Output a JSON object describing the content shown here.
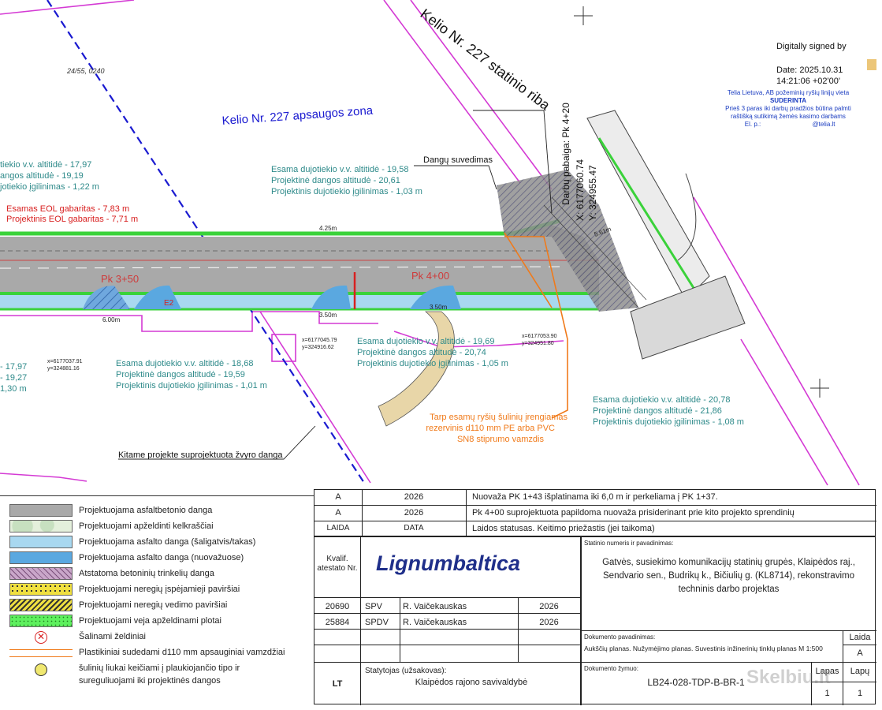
{
  "map": {
    "road_boundary_label": "Kelio Nr. 227 statinio riba",
    "protection_zone_label": "Kelio Nr. 227 apsaugos zona",
    "parcel_id": "24/55, 0240",
    "surface_merge_label": "Dangų suvedimas",
    "work_end_label": "Darbų pabaiga: Pk 4+20",
    "work_end_x": "X: 6177060.74",
    "work_end_y": "Y: 324955.47",
    "station_pk3": "Pk 3+50",
    "station_pk4": "Pk 4+00",
    "gravel_label": "Kitame projekte suprojektuota žvyro danga",
    "dim_425": "4.25m",
    "dim_600": "6.00m",
    "dim_350": "3.50m",
    "dim_350b": "3.50m",
    "dim_561": "5.61m",
    "e2_label": "E2",
    "duct_label": "Tarp esamų ryšių šulinių įrengiamas rezervinis d110 mm PE arba PVC SN8 stiprumo vamzdis",
    "duct_lines": [
      "Tarp esamų ryšių šulinių įrengiamas",
      "rezervinis d110 mm PE arba PVC",
      "SN8 stiprumo vamzdis"
    ],
    "coord_a1": "x=6177045.79",
    "coord_a2": "y=324916.62",
    "coord_b1": "x=6177037.91",
    "coord_b2": "y=324881.16",
    "coord_c1": "x=6177053.90",
    "coord_c2": "y=324951.80",
    "left_g1": [
      "tiekio v.v. altitidė - 17,97",
      "angos altitudė - 19,19",
      "jotiekio įgilinimas - 1,22 m"
    ],
    "eol_lines": [
      "Esamas EOL gabaritas - 7,83 m",
      "Projektinis EOL gabaritas - 7,71 m"
    ],
    "gas1": [
      "Esama dujotiekio v.v. altitidė - 19,58",
      "Projektinė dangos altitudė - 20,61",
      "Projektinis dujotiekio įgilinimas - 1,03 m"
    ],
    "gas2": [
      "Esama dujotiekio v.v. altitidė - 18,68",
      "Projektinė dangos altitudė - 19,59",
      "Projektinis dujotiekio įgilinimas - 1,01 m"
    ],
    "gas3": [
      "Esama dujotiekio v.v. altitidė - 19,69",
      "Projektinė dangos altitudė - 20,74",
      "Projektinis dujotiekio įgilinimas - 1,05 m"
    ],
    "gas4": [
      "Esama dujotiekio v.v. altitidė - 20,78",
      "Projektinė dangos altitudė - 21,86",
      "Projektinis dujotiekio įgilinimas - 1,08 m"
    ],
    "left_g2": [
      "- 17,97",
      "- 19,27",
      "1,30 m"
    ],
    "signature": [
      "Digitally signed by",
      "Date: 2025.10.31",
      "14:21:06 +02'00'"
    ],
    "telia": [
      "Telia Lietuva, AB požeminių ryšių linijų vieta",
      "SUDERINTA",
      "Prieš 3 paras iki darbų pradžios būtina palmti",
      "raštišką sutikimą žemės kasimo darbams",
      "El. p.:",
      "@telia.lt"
    ],
    "watermark": "Skelbiu.lt"
  },
  "legend": [
    {
      "label": "Projektuojama asfaltbetonio danga",
      "swatch": "asphalt"
    },
    {
      "label": "Projektuojami apželdinti kelkraščiai",
      "swatch": "green-shoulder"
    },
    {
      "label": "Projektuojama asfalto danga (šaligatvis/takas)",
      "swatch": "sidewalk"
    },
    {
      "label": "Projektuojama asfalto danga (nuovažuose)",
      "swatch": "driveway"
    },
    {
      "label": "Atstatoma betoninių trinkelių danga",
      "swatch": "pavers"
    },
    {
      "label": "Projektuojami neregių įspėjamieji paviršiai",
      "swatch": "tactile-warning"
    },
    {
      "label": "Projektuojami neregių vedimo paviršiai",
      "swatch": "tactile-guide"
    },
    {
      "label": "Projektuojami veja apželdinami plotai",
      "swatch": "lawn"
    },
    {
      "label": "Šalinami želdiniai",
      "swatch": "removed-tree"
    },
    {
      "label": "Plastikiniai sudedami d110 mm apsauginiai vamzdžiai",
      "swatch": "pipe"
    },
    {
      "label": "šulinių liukai keičiami į plaukiojančio tipo ir sureguliuojami iki projektinės dangos",
      "line1": "šulinių liukai keičiami į plaukiojančio tipo ir",
      "line2": "sureguliuojami iki projektinės dangos",
      "swatch": "manhole"
    }
  ],
  "revisions": [
    {
      "laida": "A",
      "data": "2026",
      "text": "Nuovaža PK 1+43 išplatinama iki 6,0 m ir perkeliama į PK 1+37."
    },
    {
      "laida": "A",
      "data": "2026",
      "text": "Pk 4+00 suprojektuota papildoma nuovaža prisiderinant prie kito projekto sprendinių"
    }
  ],
  "rev_header": {
    "laida": "LAIDA",
    "data": "DATA",
    "text": "Laidos statusas. Keitimo priežastis (jei taikoma)"
  },
  "titleblock": {
    "qual_label": "Kvalif. atestato Nr.",
    "qual_line1": "Kvalif.",
    "qual_line2": "atestato Nr.",
    "company": "Lignumbaltica",
    "people": [
      {
        "no": "20690",
        "role": "SPV",
        "name": "R. Vaičekauskas",
        "year": "2026"
      },
      {
        "no": "25884",
        "role": "SPDV",
        "name": "R. Vaičekauskas",
        "year": "2026"
      }
    ],
    "country": "LT",
    "owner_label": "Statytojas (užsakovas):",
    "owner": "Klaipėdos rajono savivaldybė",
    "object_label": "Statinio numeris ir pavadinimas:",
    "object_lines": [
      "Gatvės, susiekimo komunikacijų statinių grupės, Klaipėdos raj.,",
      "Sendvario sen., Budrikų k., Bičiulių g. (KL8714), rekonstravimo",
      "techninis darbo projektas"
    ],
    "docname_label": "Dokumento pavadinimas:",
    "docname": "Aukščių planas. Nužymėjimo planas. Suvestinis inžinerinių tinklų planas M 1:500",
    "laida_label": "Laida",
    "laida_value": "A",
    "docno_label": "Dokumento žymuo:",
    "docno": "LB24-028-TDP-B-BR-1",
    "lapas_label": "Lapas",
    "lapas_value": "1",
    "lapu_label": "Lapų",
    "lapu_value": "1"
  },
  "colors": {
    "gas_text": "#2e8a8a",
    "eol_text": "#d82020",
    "boundary": "#d43ad4",
    "protect": "#1a1ad0",
    "asphalt": "#a9a9a9",
    "sidewalk": "#a8d8f0",
    "driveway": "#5aa8e0",
    "green": "#3ad23a",
    "gravel": "#e8d6a8",
    "company": "#1f2f8a"
  }
}
